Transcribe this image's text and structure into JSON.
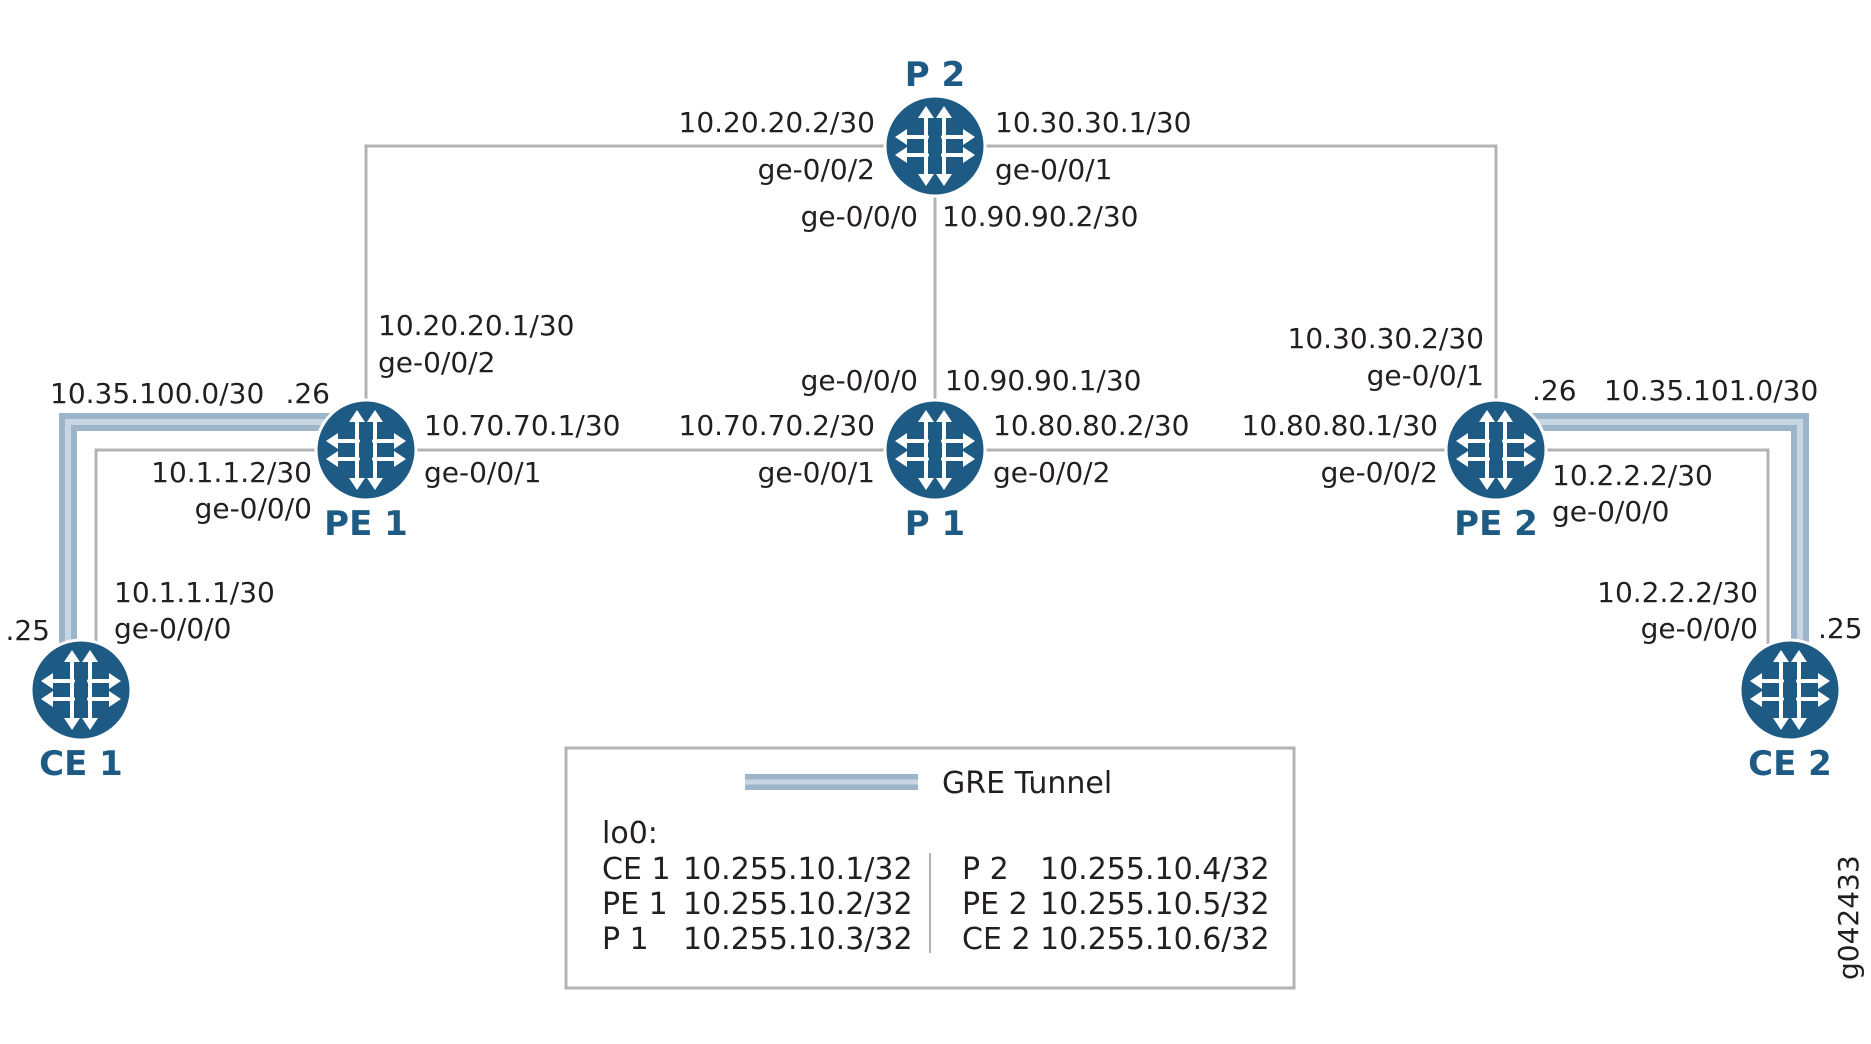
{
  "nodes": {
    "p2": "P 2",
    "pe1": "PE 1",
    "p1": "P 1",
    "pe2": "PE 2",
    "ce1": "CE 1",
    "ce2": "CE 2"
  },
  "labels": {
    "p2_left_ip": "10.20.20.2/30",
    "p2_left_if": "ge-0/0/2",
    "p2_right_ip": "10.30.30.1/30",
    "p2_right_if": "ge-0/0/1",
    "p2_bottom_if": "ge-0/0/0",
    "p2_bottom_ip": "10.90.90.2/30",
    "pe1_top_ip": "10.20.20.1/30",
    "pe1_top_if": "ge-0/0/2",
    "pe1_right_ip": "10.70.70.1/30",
    "pe1_right_if": "ge-0/0/1",
    "pe1_left_ip": "10.1.1.2/30",
    "pe1_left_if": "ge-0/0/0",
    "tunnel1_net": "10.35.100.0/30",
    "tunnel1_pe_host": ".26",
    "tunnel1_ce_host": ".25",
    "ce1_ip": "10.1.1.1/30",
    "ce1_if": "ge-0/0/0",
    "p1_top_if": "ge-0/0/0",
    "p1_top_ip": "10.90.90.1/30",
    "p1_left_ip": "10.70.70.2/30",
    "p1_left_if": "ge-0/0/1",
    "p1_right_ip": "10.80.80.2/30",
    "p1_right_if": "ge-0/0/2",
    "pe2_top_ip": "10.30.30.2/30",
    "pe2_top_if": "ge-0/0/1",
    "pe2_left_ip": "10.80.80.1/30",
    "pe2_left_if": "ge-0/0/2",
    "tunnel2_pe_host": ".26",
    "tunnel2_net": "10.35.101.0/30",
    "pe2_right_ip": "10.2.2.2/30",
    "pe2_right_if": "ge-0/0/0",
    "ce2_ip": "10.2.2.2/30",
    "ce2_if": "ge-0/0/0",
    "tunnel2_ce_host": ".25"
  },
  "legend": {
    "tunnel_label": "GRE Tunnel",
    "lo0_title": "lo0:",
    "entries": [
      {
        "name": "CE 1",
        "addr": "10.255.10.1/32"
      },
      {
        "name": "PE 1",
        "addr": "10.255.10.2/32"
      },
      {
        "name": "P 1",
        "addr": "10.255.10.3/32"
      },
      {
        "name": "P 2",
        "addr": "10.255.10.4/32"
      },
      {
        "name": "PE 2",
        "addr": "10.255.10.5/32"
      },
      {
        "name": "CE 2",
        "addr": "10.255.10.6/32"
      }
    ]
  },
  "figure_id": "g042433",
  "colors": {
    "router": "#1d5a84",
    "link": "#b3b3b3",
    "tunnel": "#9db5c8",
    "node_label": "#1d5a84"
  }
}
